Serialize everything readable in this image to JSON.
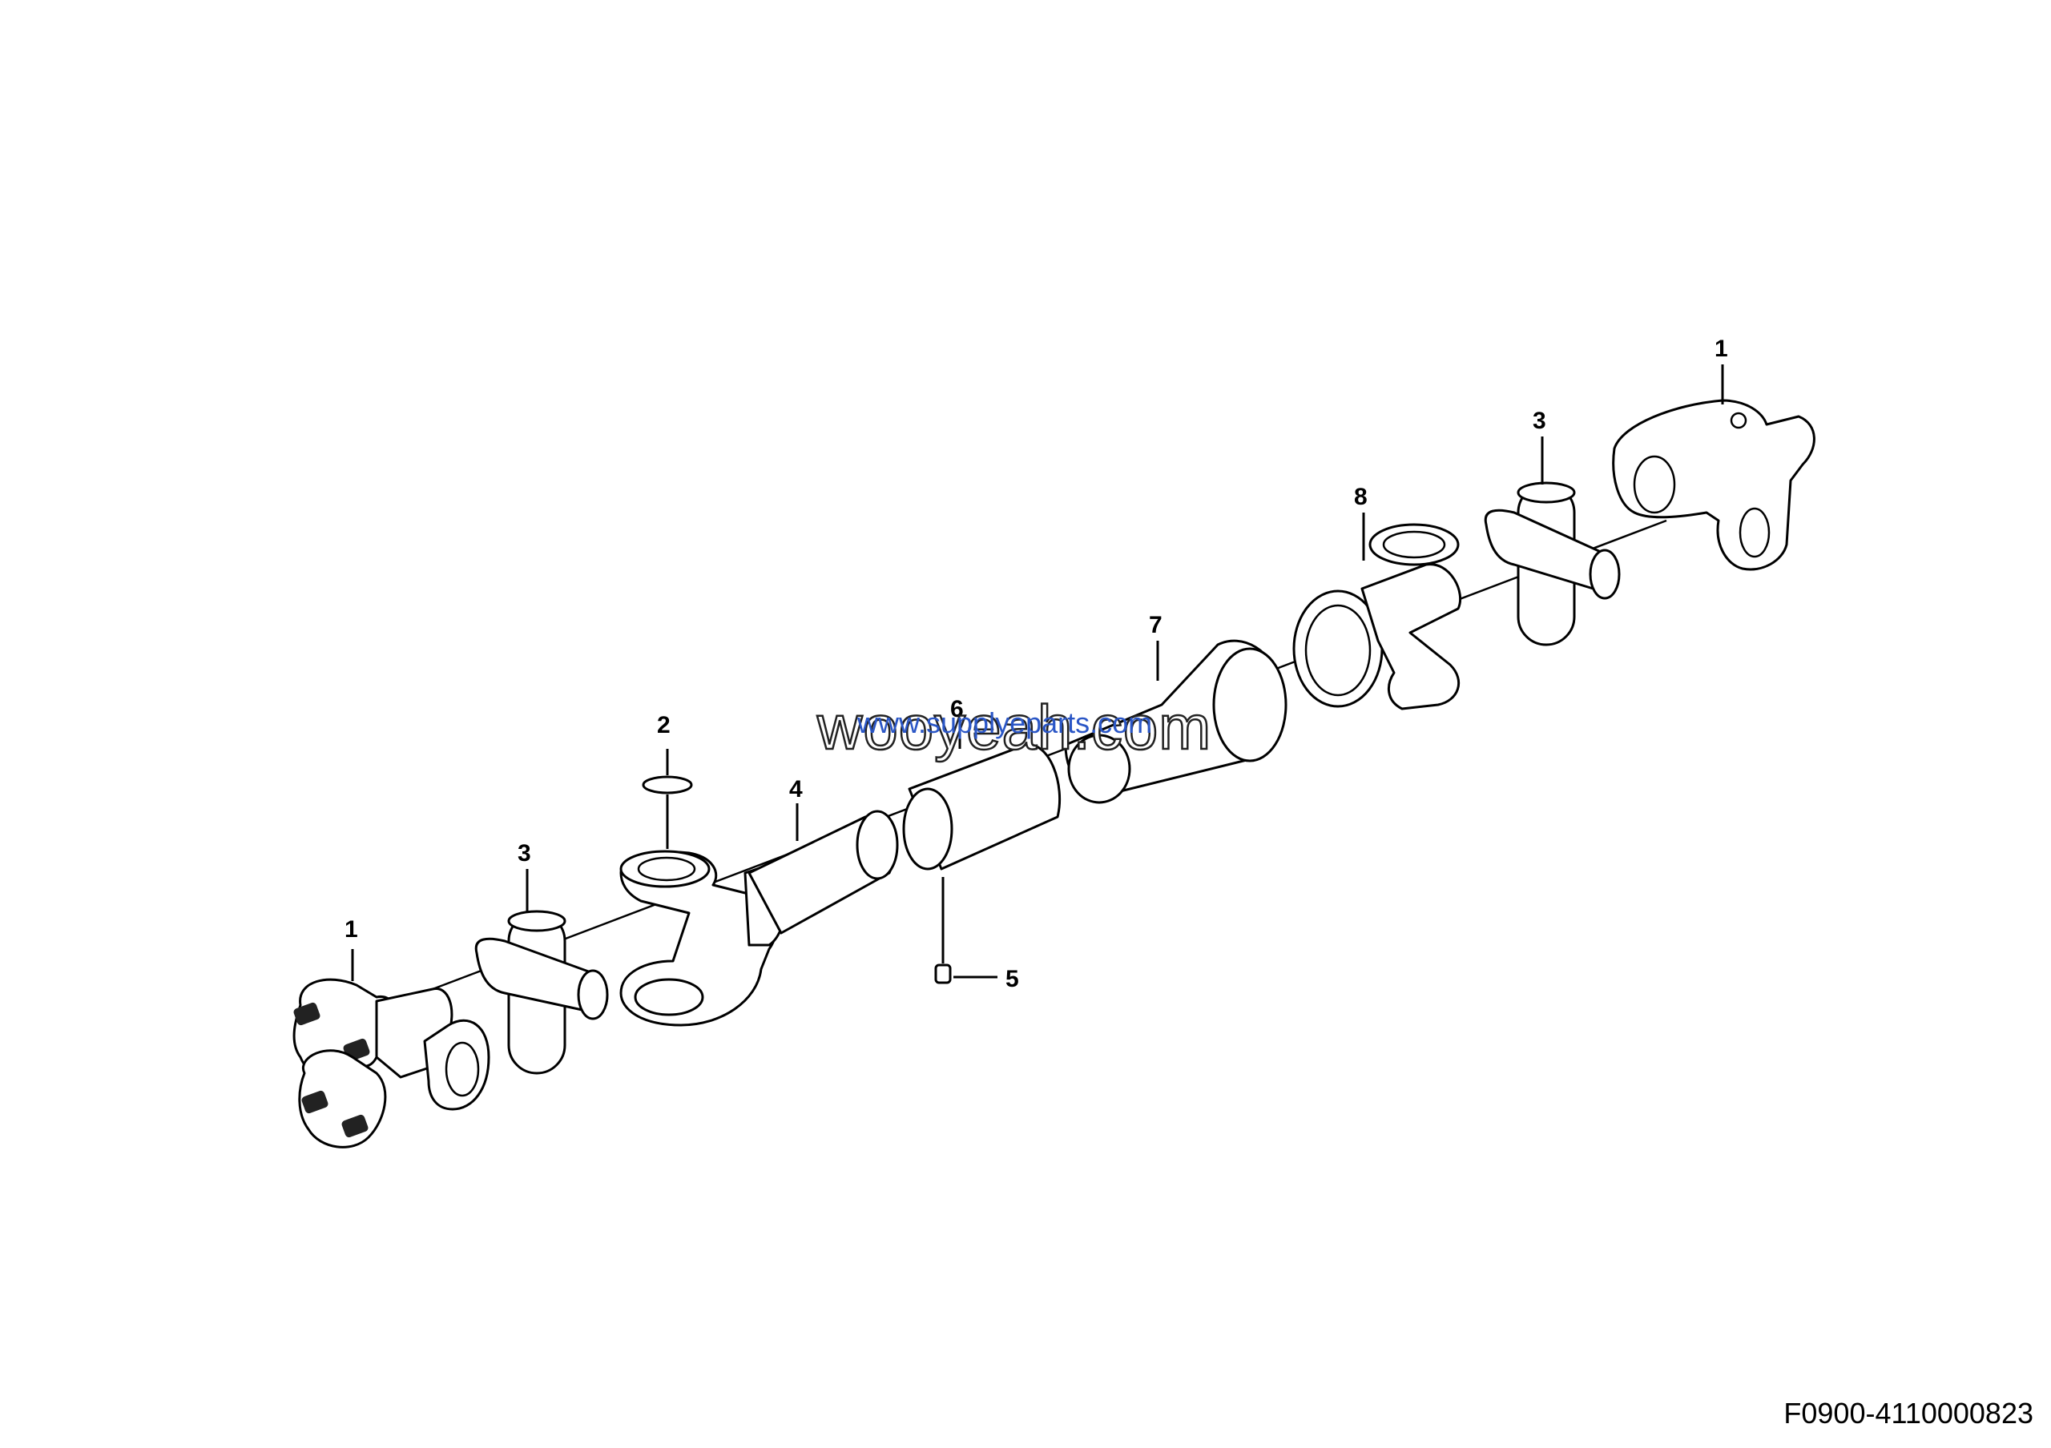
{
  "callouts": [
    "1",
    "2",
    "3",
    "4",
    "5",
    "6",
    "7",
    "8",
    "1",
    "3"
  ],
  "watermark": {
    "main": "wooyeah.com",
    "sub": "www.supplyeparts.com"
  },
  "drawing_code": "F0900-4110000823",
  "colors": {
    "line": "#000000",
    "background": "#ffffff",
    "watermark_sub": "#2a56c6"
  }
}
